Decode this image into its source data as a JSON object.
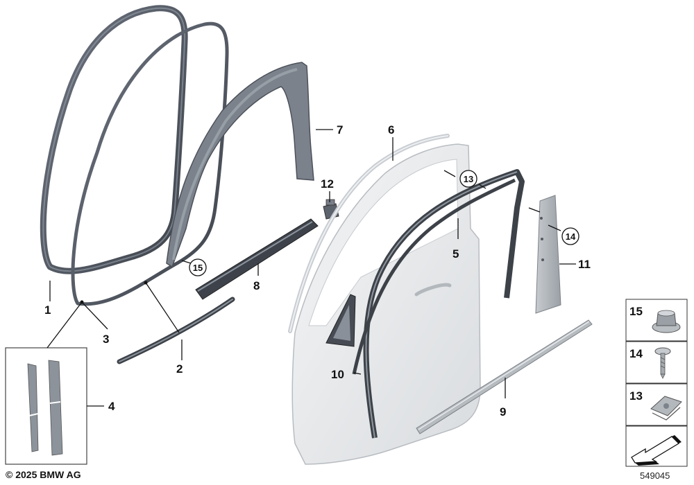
{
  "parts": [
    {
      "label": "1"
    },
    {
      "label": "2"
    },
    {
      "label": "3"
    },
    {
      "label": "4"
    },
    {
      "label": "5"
    },
    {
      "label": "6"
    },
    {
      "label": "7"
    },
    {
      "label": "8"
    },
    {
      "label": "9"
    },
    {
      "label": "10"
    },
    {
      "label": "11"
    },
    {
      "label": "12"
    }
  ],
  "circled_labels": [
    "13",
    "14",
    "15"
  ],
  "legend": [
    {
      "label": "15",
      "icon": "clip-nut-icon"
    },
    {
      "label": "14",
      "icon": "screw-icon"
    },
    {
      "label": "13",
      "icon": "speed-nut-icon"
    }
  ],
  "footer": {
    "copyright": "© 2025 BMW AG",
    "doc_number": "549045"
  }
}
